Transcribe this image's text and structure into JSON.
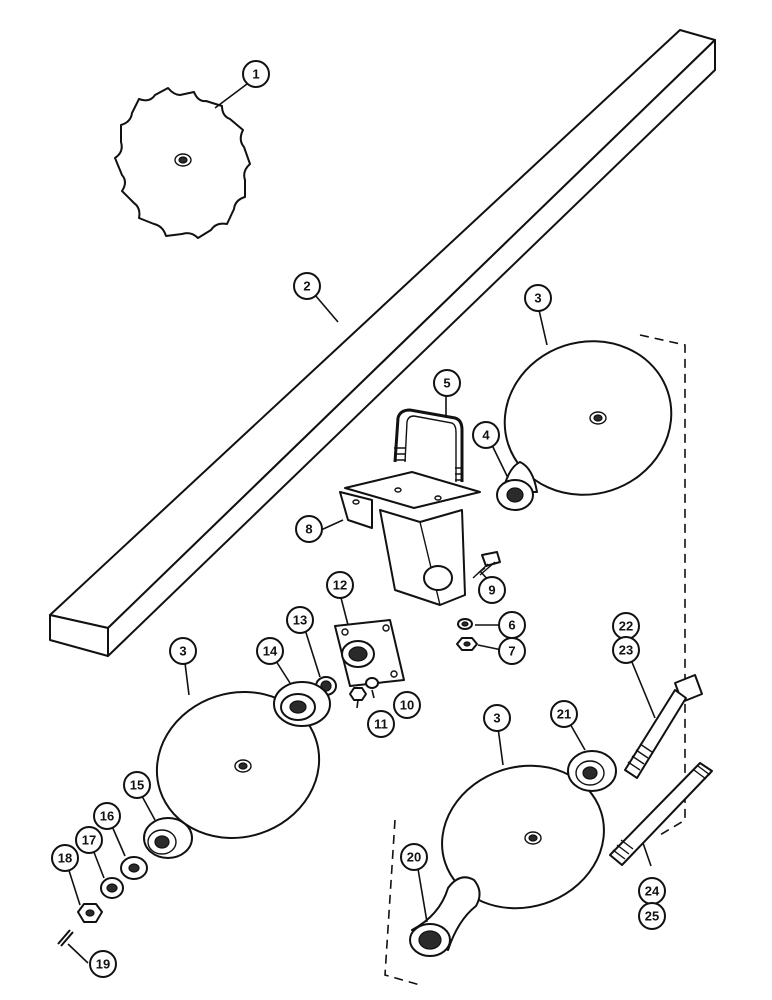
{
  "callouts": [
    {
      "id": "c1",
      "label": "1"
    },
    {
      "id": "c2",
      "label": "2"
    },
    {
      "id": "c3a",
      "label": "3"
    },
    {
      "id": "c3b",
      "label": "3"
    },
    {
      "id": "c3c",
      "label": "3"
    },
    {
      "id": "c4",
      "label": "4"
    },
    {
      "id": "c5",
      "label": "5"
    },
    {
      "id": "c6",
      "label": "6"
    },
    {
      "id": "c7",
      "label": "7"
    },
    {
      "id": "c8",
      "label": "8"
    },
    {
      "id": "c9",
      "label": "9"
    },
    {
      "id": "c10",
      "label": "10"
    },
    {
      "id": "c11",
      "label": "11"
    },
    {
      "id": "c12",
      "label": "12"
    },
    {
      "id": "c13",
      "label": "13"
    },
    {
      "id": "c14",
      "label": "14"
    },
    {
      "id": "c15",
      "label": "15"
    },
    {
      "id": "c16",
      "label": "16"
    },
    {
      "id": "c17",
      "label": "17"
    },
    {
      "id": "c18",
      "label": "18"
    },
    {
      "id": "c19",
      "label": "19"
    },
    {
      "id": "c20",
      "label": "20"
    },
    {
      "id": "c21",
      "label": "21"
    },
    {
      "id": "c22",
      "label": "22"
    },
    {
      "id": "c23",
      "label": "23"
    },
    {
      "id": "c24",
      "label": "24"
    },
    {
      "id": "c25",
      "label": "25"
    }
  ]
}
